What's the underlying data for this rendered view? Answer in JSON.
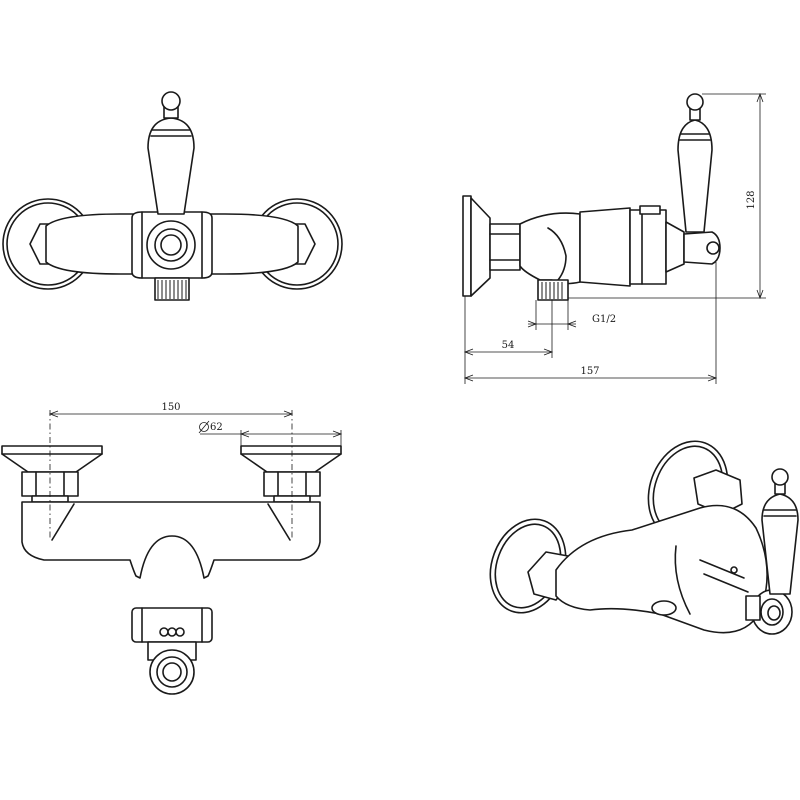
{
  "dimensions": {
    "width_150": "150",
    "diameter_62": "62",
    "height_128": "128",
    "thread_g12": "G1/2",
    "depth_54": "54",
    "depth_157": "157"
  },
  "colors": {
    "line": "#1a1a1a",
    "background": "#ffffff"
  }
}
